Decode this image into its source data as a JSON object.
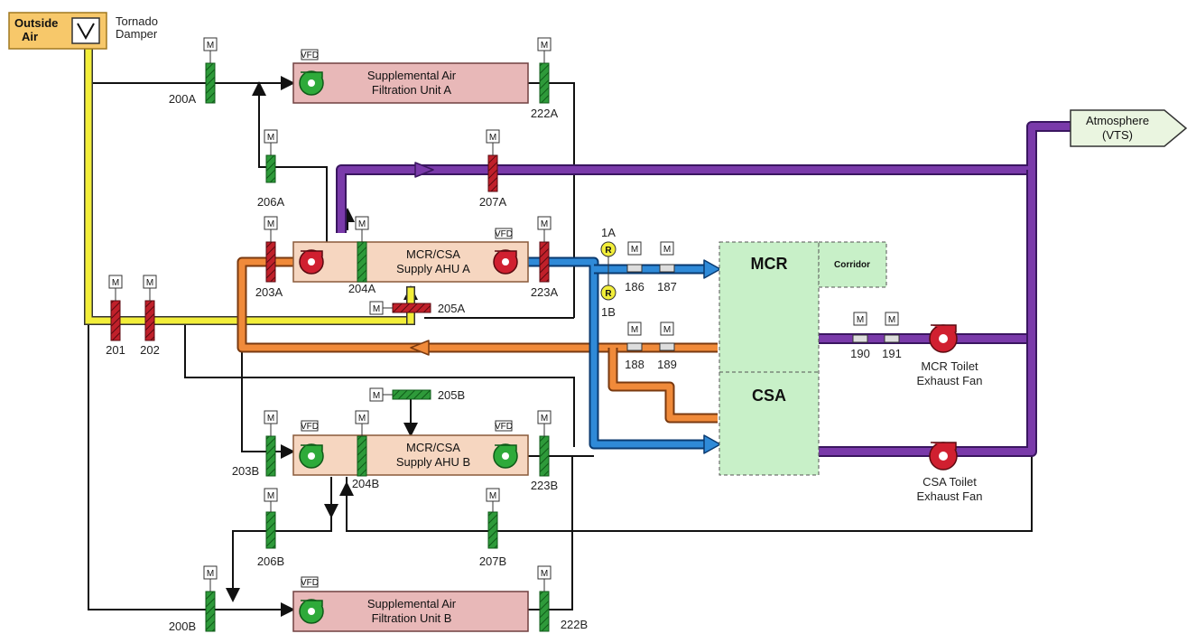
{
  "labels": {
    "outside_air": [
      "Outside",
      "Air"
    ],
    "tornado_damper": [
      "Tornado",
      "Damper"
    ],
    "atmosphere": [
      "Atmosphere",
      "(VTS)"
    ],
    "saf_a": [
      "Supplemental Air",
      "Filtration Unit A"
    ],
    "saf_b": [
      "Supplemental Air",
      "Filtration Unit B"
    ],
    "ahu_a": [
      "MCR/CSA",
      "Supply AHU A"
    ],
    "ahu_b": [
      "MCR/CSA",
      "Supply AHU B"
    ],
    "mcr": "MCR",
    "csa": "CSA",
    "corridor": "Corridor",
    "mcr_fan": [
      "MCR Toilet",
      "Exhaust Fan"
    ],
    "csa_fan": [
      "CSA Toilet",
      "Exhaust Fan"
    ],
    "m": "M",
    "r": "R",
    "vfd": "VFD",
    "ra1": "1A",
    "ra2": "1B"
  },
  "dampers": {
    "d200a": "200A",
    "d222a": "222A",
    "d206a": "206A",
    "d207a": "207A",
    "d203a": "203A",
    "d204a": "204A",
    "d223a": "223A",
    "d205a": "205A",
    "d201": "201",
    "d202": "202",
    "d205b": "205B",
    "d203b": "203B",
    "d204b": "204B",
    "d223b": "223B",
    "d206b": "206B",
    "d207b": "207B",
    "d200b": "200B",
    "d222b": "222B",
    "d186": "186",
    "d187": "187",
    "d188": "188",
    "d189": "189",
    "d190": "190",
    "d191": "191"
  },
  "colors": {
    "outside_air": "#f2ee3a",
    "exhaust": "#6a2a9a",
    "supply": "#2f7fc8",
    "return": "#e07a2a",
    "damper_open": "#2e9a3a",
    "damper_closed": "#c0202a",
    "saf_box": "#e8b8b8",
    "ahu_box": "#f6d6c0",
    "room": "#c8f0c8"
  }
}
